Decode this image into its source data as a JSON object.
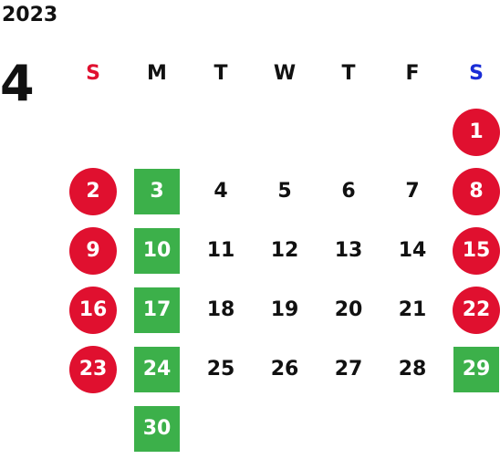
{
  "year": "2023",
  "month": "4",
  "colors": {
    "sunday_header": "#e0102f",
    "saturday_header": "#1a2dd6",
    "weekday_header": "#111111",
    "holiday_circle": "#e0102f",
    "special_square": "#3cb04a",
    "highlight_text": "#ffffff"
  },
  "weekdays": [
    {
      "label": "S",
      "kind": "sunday"
    },
    {
      "label": "M",
      "kind": "weekday"
    },
    {
      "label": "T",
      "kind": "weekday"
    },
    {
      "label": "W",
      "kind": "weekday"
    },
    {
      "label": "T",
      "kind": "weekday"
    },
    {
      "label": "F",
      "kind": "weekday"
    },
    {
      "label": "S",
      "kind": "saturday"
    }
  ],
  "weeks": [
    [
      {
        "day": "",
        "style": "none"
      },
      {
        "day": "",
        "style": "none"
      },
      {
        "day": "",
        "style": "none"
      },
      {
        "day": "",
        "style": "none"
      },
      {
        "day": "",
        "style": "none"
      },
      {
        "day": "",
        "style": "none"
      },
      {
        "day": "1",
        "style": "red-circle"
      }
    ],
    [
      {
        "day": "2",
        "style": "red-circle"
      },
      {
        "day": "3",
        "style": "green-square"
      },
      {
        "day": "4",
        "style": "none"
      },
      {
        "day": "5",
        "style": "none"
      },
      {
        "day": "6",
        "style": "none"
      },
      {
        "day": "7",
        "style": "none"
      },
      {
        "day": "8",
        "style": "red-circle"
      }
    ],
    [
      {
        "day": "9",
        "style": "red-circle"
      },
      {
        "day": "10",
        "style": "green-square"
      },
      {
        "day": "11",
        "style": "none"
      },
      {
        "day": "12",
        "style": "none"
      },
      {
        "day": "13",
        "style": "none"
      },
      {
        "day": "14",
        "style": "none"
      },
      {
        "day": "15",
        "style": "red-circle"
      }
    ],
    [
      {
        "day": "16",
        "style": "red-circle"
      },
      {
        "day": "17",
        "style": "green-square"
      },
      {
        "day": "18",
        "style": "none"
      },
      {
        "day": "19",
        "style": "none"
      },
      {
        "day": "20",
        "style": "none"
      },
      {
        "day": "21",
        "style": "none"
      },
      {
        "day": "22",
        "style": "red-circle"
      }
    ],
    [
      {
        "day": "23",
        "style": "red-circle"
      },
      {
        "day": "24",
        "style": "green-square"
      },
      {
        "day": "25",
        "style": "none"
      },
      {
        "day": "26",
        "style": "none"
      },
      {
        "day": "27",
        "style": "none"
      },
      {
        "day": "28",
        "style": "none"
      },
      {
        "day": "29",
        "style": "green-square"
      }
    ],
    [
      {
        "day": "",
        "style": "none"
      },
      {
        "day": "30",
        "style": "green-square"
      },
      {
        "day": "",
        "style": "none"
      },
      {
        "day": "",
        "style": "none"
      },
      {
        "day": "",
        "style": "none"
      },
      {
        "day": "",
        "style": "none"
      },
      {
        "day": "",
        "style": "none"
      }
    ]
  ]
}
